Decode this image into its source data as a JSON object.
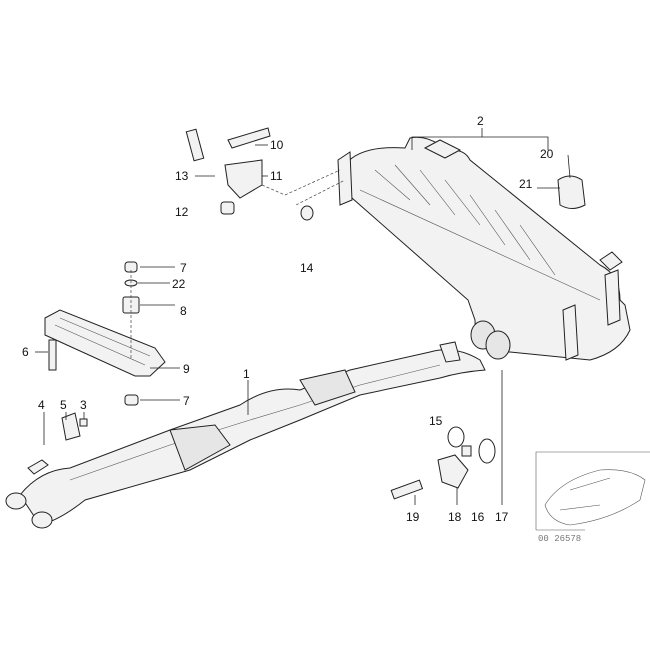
{
  "diagram": {
    "callouts": [
      {
        "id": "1",
        "label": "1"
      },
      {
        "id": "2",
        "label": "2"
      },
      {
        "id": "3",
        "label": "3"
      },
      {
        "id": "4",
        "label": "4"
      },
      {
        "id": "5",
        "label": "5"
      },
      {
        "id": "6",
        "label": "6"
      },
      {
        "id": "7a",
        "label": "7"
      },
      {
        "id": "7b",
        "label": "7"
      },
      {
        "id": "8",
        "label": "8"
      },
      {
        "id": "9",
        "label": "9"
      },
      {
        "id": "10",
        "label": "10"
      },
      {
        "id": "11",
        "label": "11"
      },
      {
        "id": "12",
        "label": "12"
      },
      {
        "id": "13",
        "label": "13"
      },
      {
        "id": "14",
        "label": "14"
      },
      {
        "id": "15",
        "label": "15"
      },
      {
        "id": "16",
        "label": "16"
      },
      {
        "id": "17",
        "label": "17"
      },
      {
        "id": "18",
        "label": "18"
      },
      {
        "id": "19",
        "label": "19"
      },
      {
        "id": "20",
        "label": "20"
      },
      {
        "id": "21",
        "label": "21"
      },
      {
        "id": "22",
        "label": "22"
      }
    ],
    "thumbnail_code": "00 26578"
  }
}
